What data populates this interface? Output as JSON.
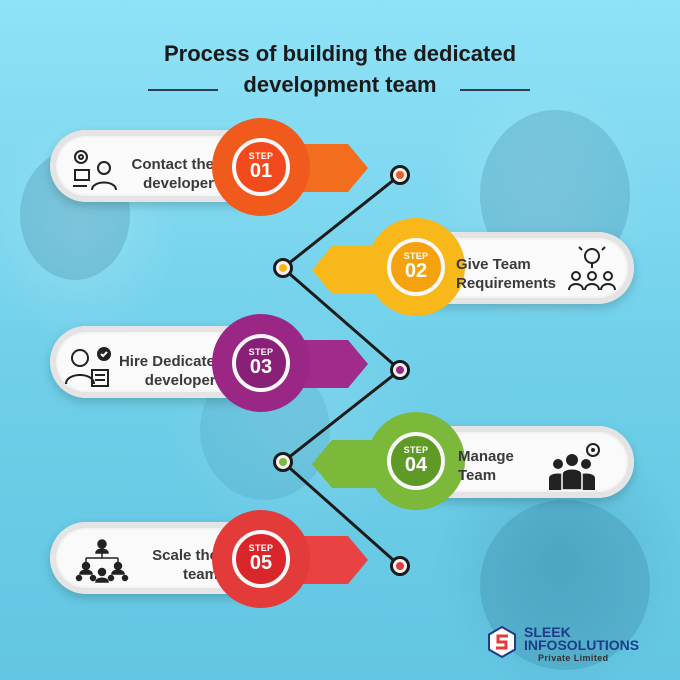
{
  "title": {
    "line1": "Process of building the dedicated",
    "line2": "development team"
  },
  "steps": [
    {
      "word": "STEP",
      "number": "01",
      "label_line1": "Contact the",
      "label_line2": "developer",
      "icon": "contact-developer-icon",
      "color": "#f05a1c"
    },
    {
      "word": "STEP",
      "number": "02",
      "label_line1": "Give Team",
      "label_line2": "Requirements",
      "icon": "team-idea-icon",
      "color": "#f8b81a"
    },
    {
      "word": "STEP",
      "number": "03",
      "label_line1": "Hire Dedicated",
      "label_line2": "developers",
      "icon": "hire-developer-icon",
      "color": "#9b2784"
    },
    {
      "word": "STEP",
      "number": "04",
      "label_line1": "Manage",
      "label_line2": "Team",
      "icon": "manage-team-icon",
      "color": "#7cb83a"
    },
    {
      "word": "STEP",
      "number": "05",
      "label_line1": "Scale the",
      "label_line2": "team",
      "icon": "org-chart-icon",
      "color": "#e33a3a"
    }
  ],
  "logo": {
    "name": "SLEEK",
    "name2": "INFOSOLUTIONS",
    "tagline": "Private Limited",
    "color": "#1f3c88",
    "accent": "#e23b3b"
  }
}
